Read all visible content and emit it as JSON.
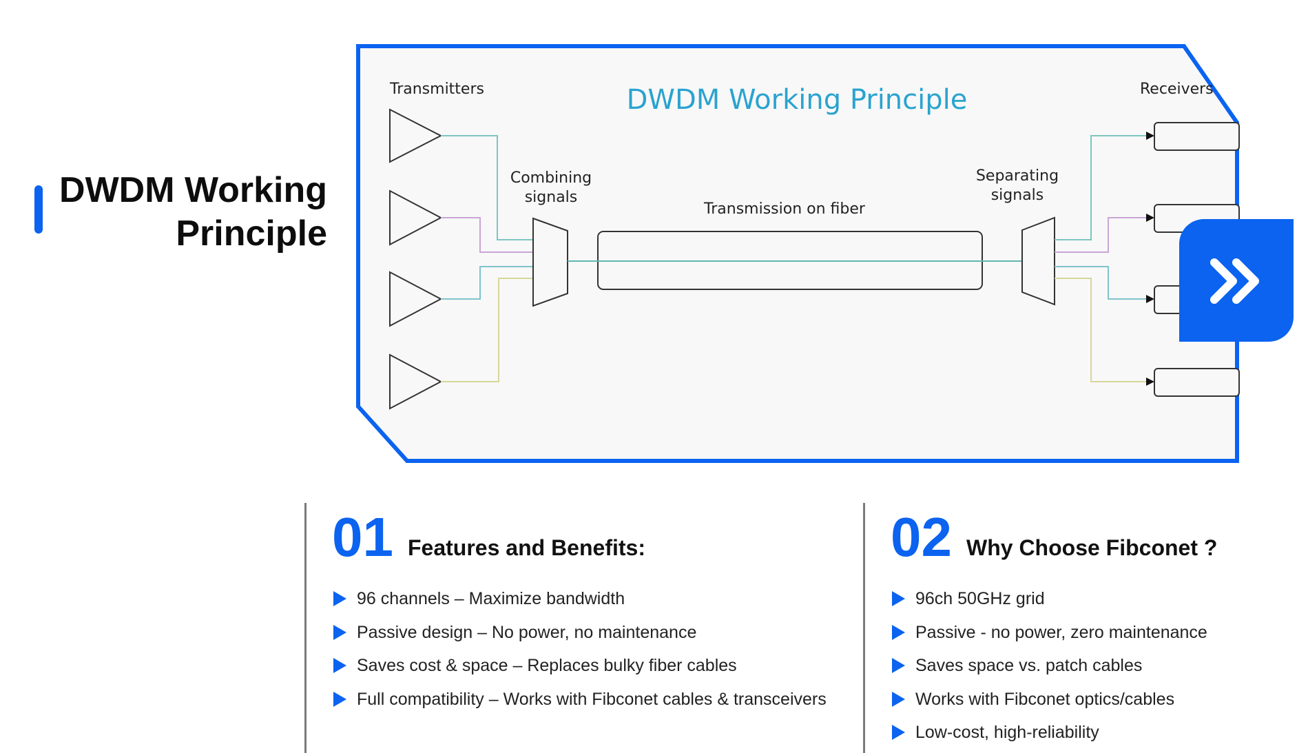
{
  "section": {
    "title": "DWDM Working Principle"
  },
  "diagram": {
    "title": "DWDM Working Principle",
    "transmitters_label": "Transmitters",
    "receivers_label": "Receivers",
    "combining_label_1": "Combining",
    "combining_label_2": "signals",
    "separating_label_1": "Separating",
    "separating_label_2": "signals",
    "fiber_label": "Transmission on fiber",
    "colors": {
      "frame": "#0b63f0",
      "title": "#2aa3cf",
      "line_teal": "#7cc6bf",
      "line_purple": "#c9a6d6",
      "line_blue": "#7fc3cc",
      "line_yellow": "#d8d69a"
    }
  },
  "next_button": {
    "icon": "double-chevron-right-icon"
  },
  "features": {
    "number": "01",
    "heading": "Features and Benefits:",
    "items": [
      "96 channels – Maximize bandwidth",
      "Passive design – No power, no maintenance",
      "Saves cost & space – Replaces bulky fiber cables",
      "Full compatibility – Works with Fibconet cables & transceivers"
    ]
  },
  "why": {
    "number": "02",
    "heading": "Why Choose Fibconet ?",
    "items": [
      "96ch 50GHz grid",
      "Passive - no power, zero maintenance",
      "Saves space vs. patch cables",
      "Works with Fibconet optics/cables",
      "Low-cost, high-reliability"
    ]
  }
}
